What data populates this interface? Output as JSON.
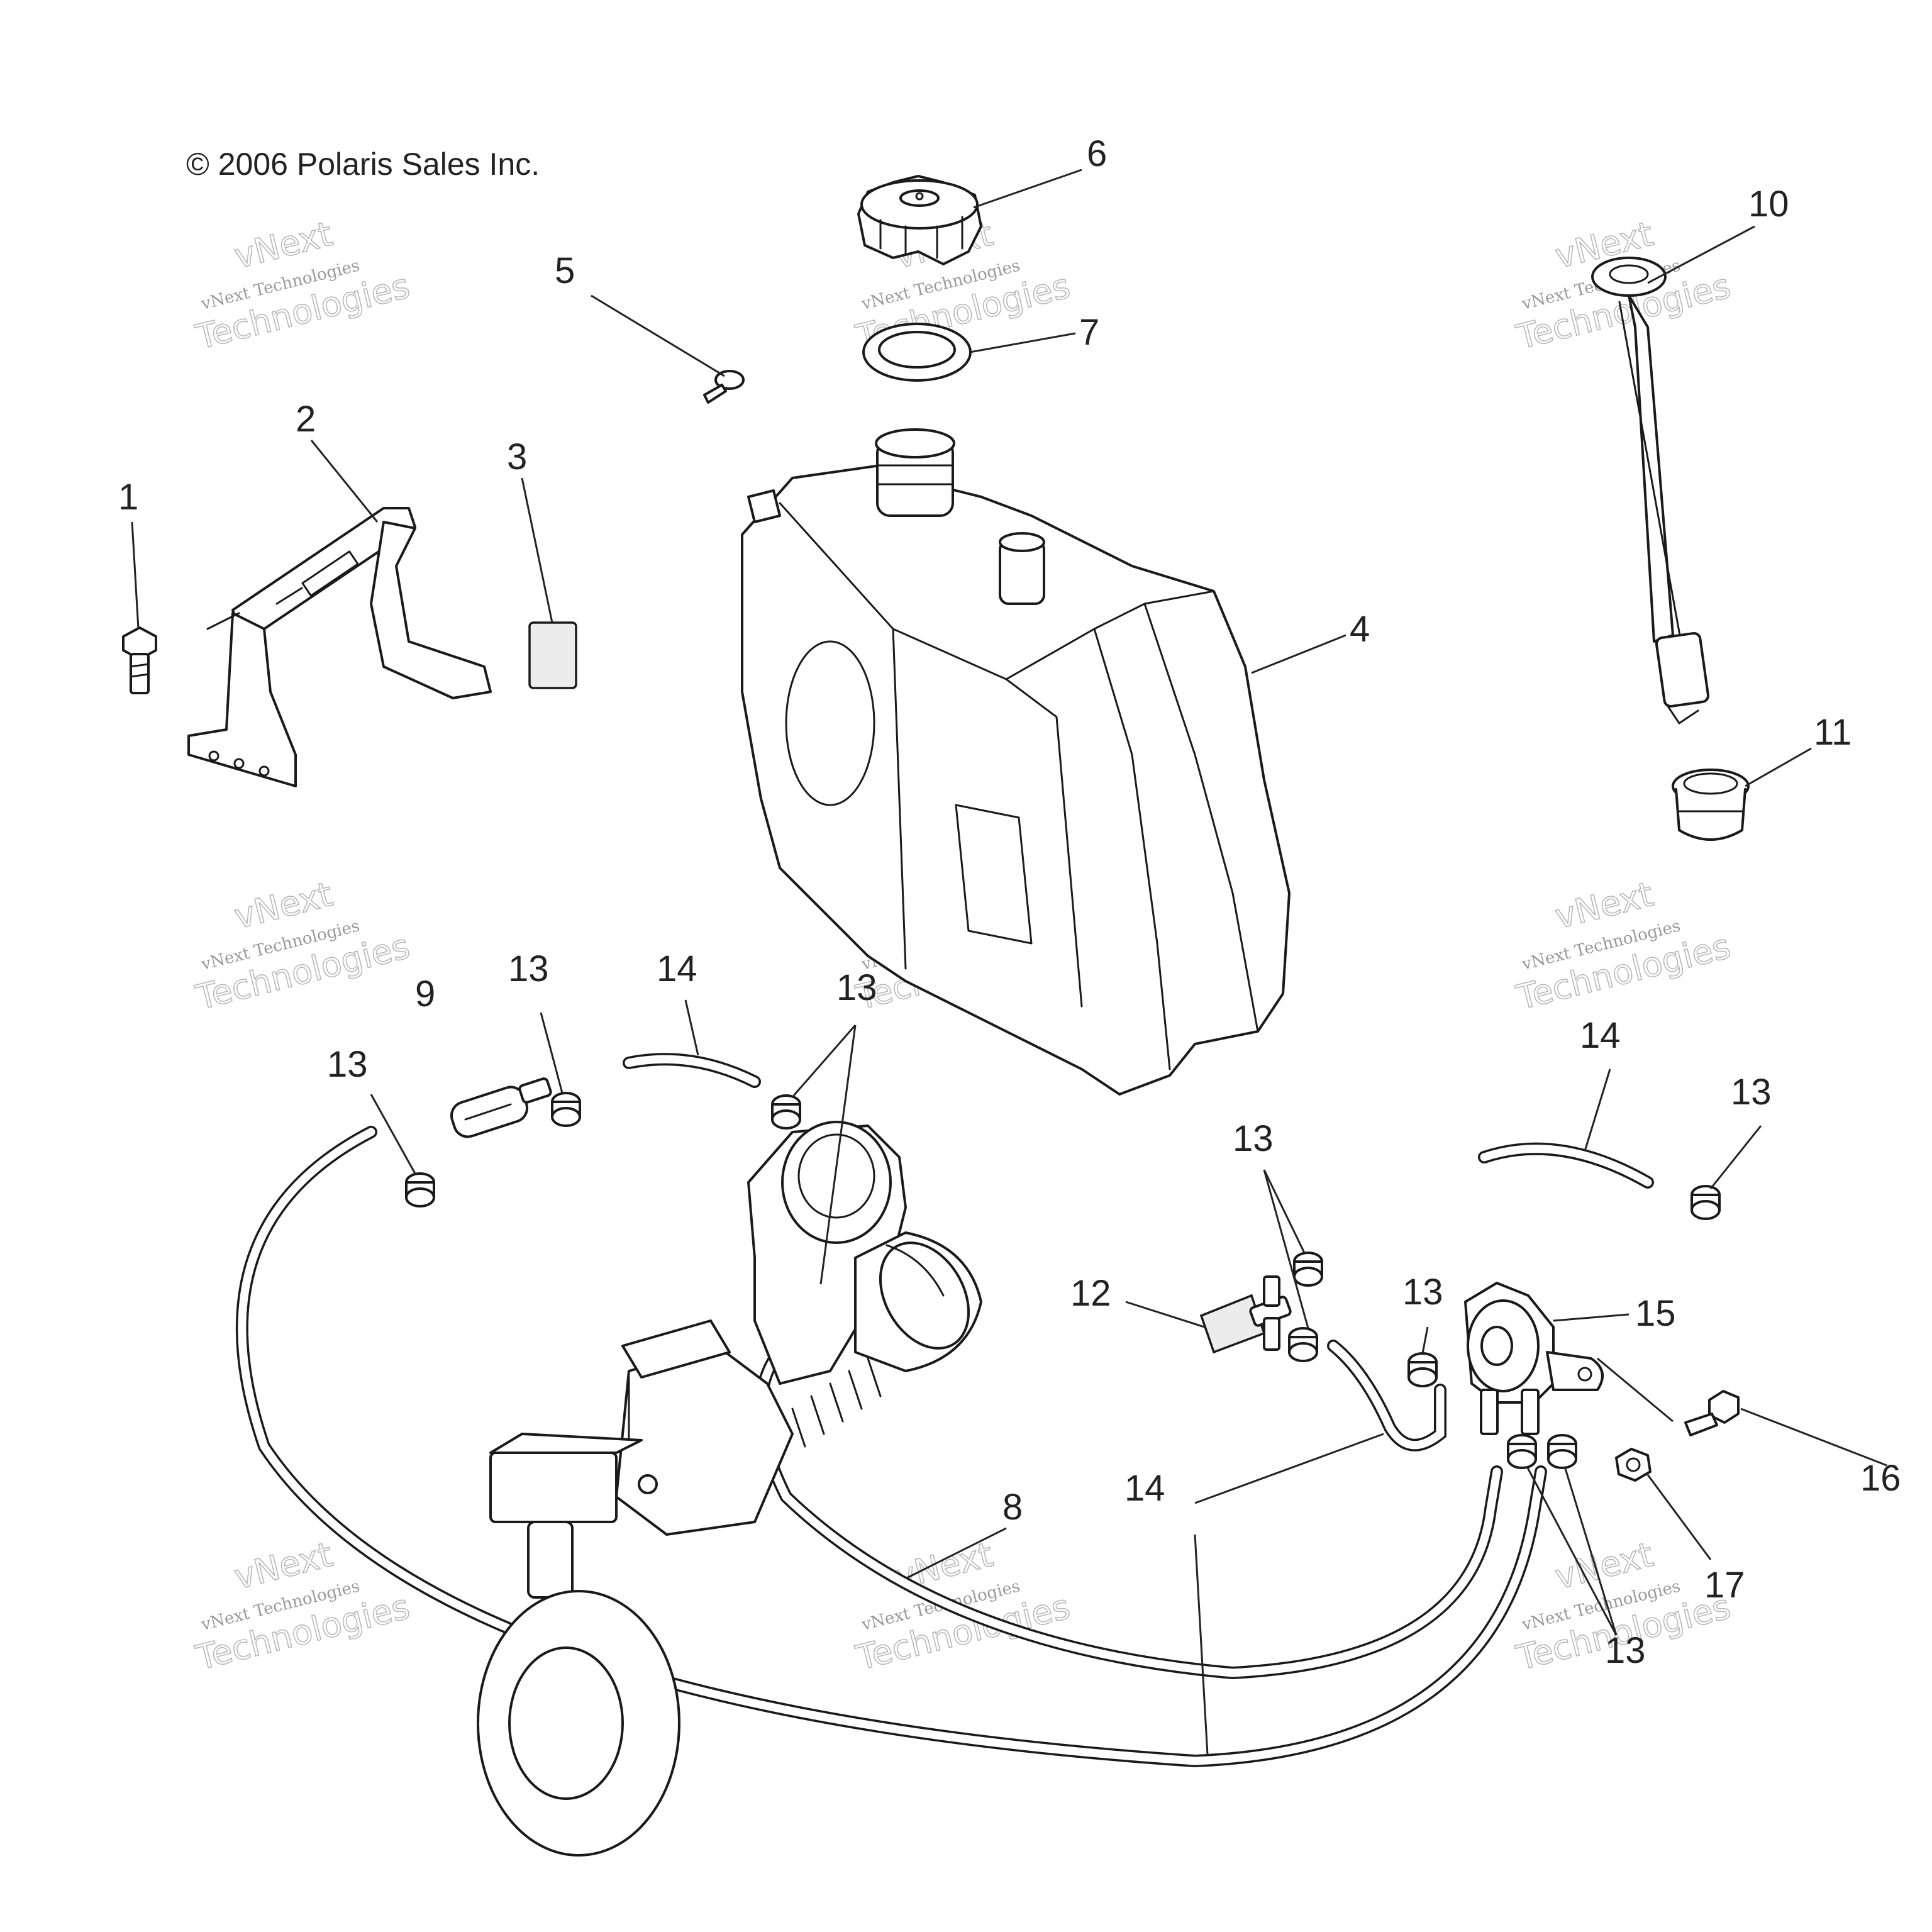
{
  "copyright": "© 2006 Polaris Sales Inc.",
  "watermark": {
    "line1": "vNext",
    "line2": "vNext Technologies",
    "line3": "Technologies"
  },
  "callouts": [
    {
      "id": "1",
      "part": "bolt"
    },
    {
      "id": "2",
      "part": "bracket"
    },
    {
      "id": "3",
      "part": "pad"
    },
    {
      "id": "4",
      "part": "fuel-tank"
    },
    {
      "id": "5",
      "part": "screw"
    },
    {
      "id": "6",
      "part": "fuel-cap"
    },
    {
      "id": "7",
      "part": "gasket"
    },
    {
      "id": "8",
      "part": "hose"
    },
    {
      "id": "9",
      "part": "fuel-filter"
    },
    {
      "id": "10",
      "part": "fuel-sender"
    },
    {
      "id": "11",
      "part": "grommet"
    },
    {
      "id": "12",
      "part": "tee-valve"
    },
    {
      "id": "13",
      "part": "clamp"
    },
    {
      "id": "14",
      "part": "hose"
    },
    {
      "id": "15",
      "part": "fuel-pump"
    },
    {
      "id": "16",
      "part": "bolt"
    },
    {
      "id": "17",
      "part": "nut"
    }
  ],
  "labels": {
    "c1": "1",
    "c2": "2",
    "c3": "3",
    "c4": "4",
    "c5": "5",
    "c6": "6",
    "c7": "7",
    "c8": "8",
    "c9": "9",
    "c10": "10",
    "c11": "11",
    "c12": "12",
    "c13a": "13",
    "c13b": "13",
    "c13c": "13",
    "c13d": "13",
    "c13e": "13",
    "c13f": "13",
    "c13g": "13",
    "c14a": "14",
    "c14b": "14",
    "c14c": "14",
    "c15": "15",
    "c16": "16",
    "c17": "17"
  }
}
